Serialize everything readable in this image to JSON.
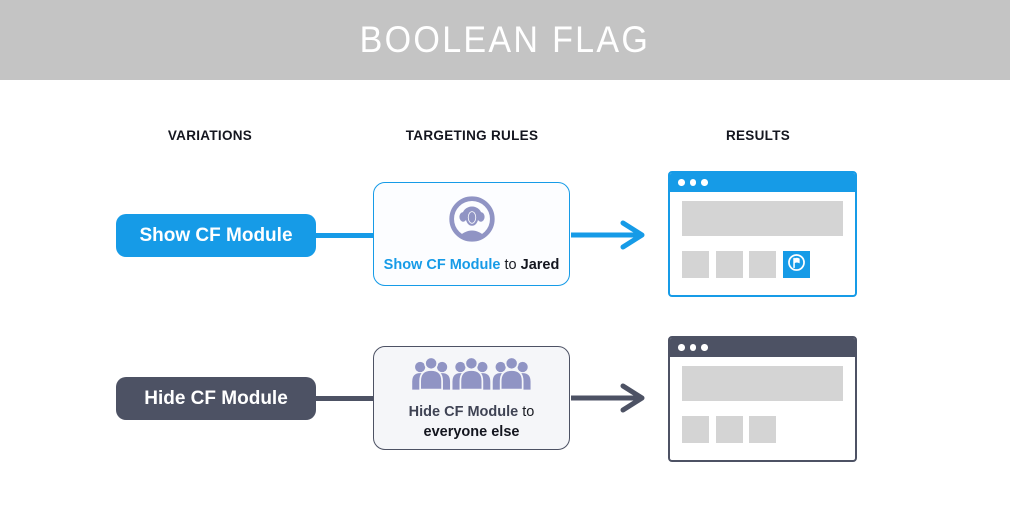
{
  "header": {
    "title": "BOOLEAN FLAG"
  },
  "columns": {
    "variations": "VARIATIONS",
    "targeting_rules": "TARGETING RULES",
    "results": "RESULTS"
  },
  "rows": [
    {
      "variation_label": "Show CF Module",
      "rule": {
        "icon": "single-user-icon",
        "action": "Show CF Module",
        "connector": "to",
        "audience": "Jared"
      },
      "result": {
        "flag_module_visible": true
      }
    },
    {
      "variation_label": "Hide CF Module",
      "rule": {
        "icon": "group-users-icon",
        "action": "Hide CF Module",
        "connector": "to",
        "audience": "everyone else"
      },
      "result": {
        "flag_module_visible": false
      }
    }
  ],
  "colors": {
    "accent_blue": "#169be7",
    "dark_slate": "#4d5264",
    "icon_purple": "#9094c4",
    "placeholder_gray": "#d4d4d4",
    "header_gray": "#c4c4c4"
  }
}
